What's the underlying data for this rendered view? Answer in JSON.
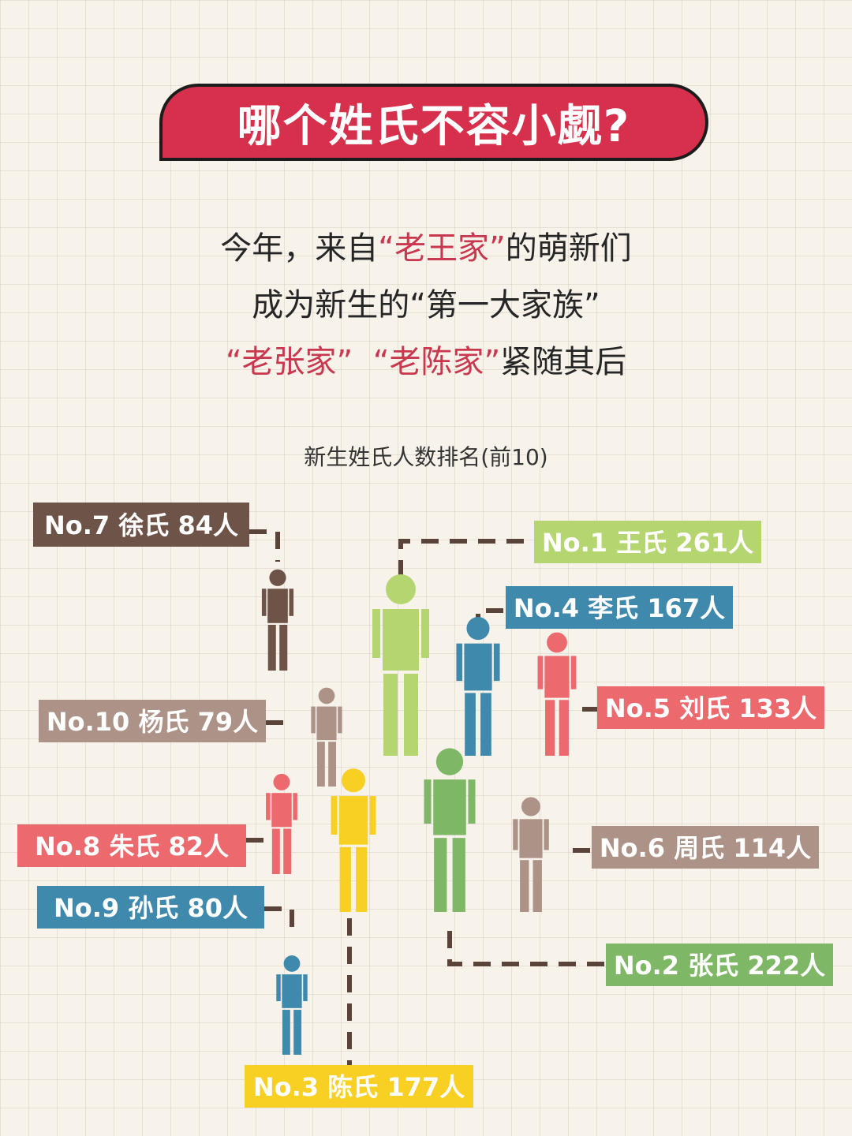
{
  "title": "哪个姓氏不容小觑?",
  "intro": {
    "line1_a": "今年，来自",
    "line1_hl": "“老王家”",
    "line1_b": "的萌新们",
    "line2": "成为新生的“第一大家族”",
    "line3_hl1": "“老张家”",
    "line3_hl2": "“老陈家”",
    "line3_b": "紧随其后"
  },
  "colors": {
    "accent_red": "#d6304c",
    "highlight_text": "#c9384f"
  },
  "chart_data": {
    "type": "pictograph",
    "title": "新生姓氏人数排名(前10)",
    "unit": "人",
    "entries": [
      {
        "rank": 1,
        "label": "No.1 王氏 261人",
        "surname": "王氏",
        "value": 261,
        "color": "#b5d571"
      },
      {
        "rank": 2,
        "label": "No.2 张氏 222人",
        "surname": "张氏",
        "value": 222,
        "color": "#7eb766"
      },
      {
        "rank": 3,
        "label": "No.3 陈氏 177人",
        "surname": "陈氏",
        "value": 177,
        "color": "#f8cf23"
      },
      {
        "rank": 4,
        "label": "No.4 李氏 167人",
        "surname": "李氏",
        "value": 167,
        "color": "#3f8aac"
      },
      {
        "rank": 5,
        "label": "No.5 刘氏 133人",
        "surname": "刘氏",
        "value": 133,
        "color": "#ec6a6e"
      },
      {
        "rank": 6,
        "label": "No.6 周氏 114人",
        "surname": "周氏",
        "value": 114,
        "color": "#ad9287"
      },
      {
        "rank": 7,
        "label": "No.7 徐氏 84人",
        "surname": "徐氏",
        "value": 84,
        "color": "#6e5348"
      },
      {
        "rank": 8,
        "label": "No.8 朱氏 82人",
        "surname": "朱氏",
        "value": 82,
        "color": "#ec6a6e"
      },
      {
        "rank": 9,
        "label": "No.9 孙氏 80人",
        "surname": "孙氏",
        "value": 80,
        "color": "#3f8aac"
      },
      {
        "rank": 10,
        "label": "No.10 杨氏 79人",
        "surname": "杨氏",
        "value": 79,
        "color": "#ad9287"
      }
    ]
  }
}
